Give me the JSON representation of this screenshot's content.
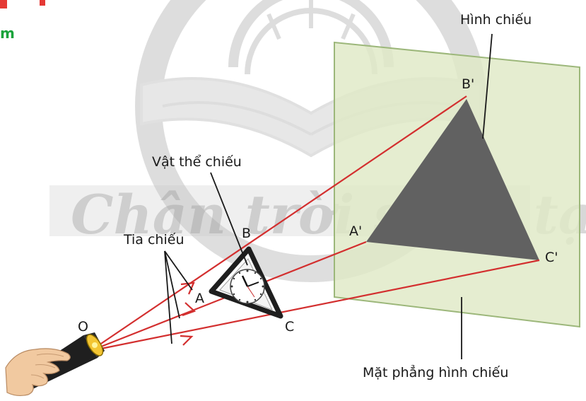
{
  "header_fragment": "m",
  "watermark": "Chân trời sáng tạo",
  "labels": {
    "projection": "Hình chiếu",
    "object": "Vật thể chiếu",
    "rays": "Tia chiếu",
    "plane": "Mặt phẳng hình chiếu"
  },
  "points": {
    "O": "O",
    "A": "A",
    "B": "B",
    "C": "C",
    "A_prime": "A'",
    "B_prime": "B'",
    "C_prime": "C'"
  },
  "colors": {
    "ray": "#d32f2f",
    "plane_fill": "#dfe9c6",
    "plane_edge": "#9cb77a",
    "shadow": "#616161",
    "header_green": "#1aa33b",
    "header_red": "#e53935"
  }
}
